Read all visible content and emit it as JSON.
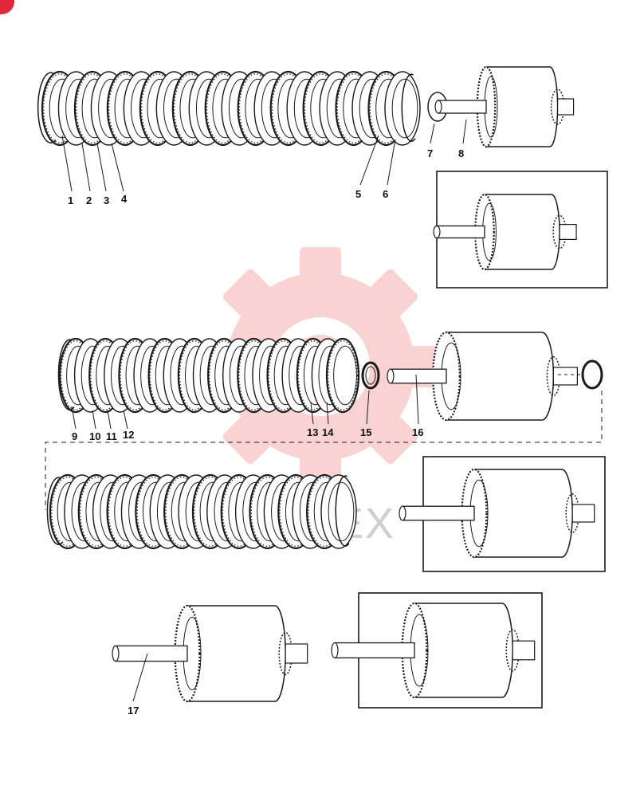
{
  "diagram": {
    "callouts": [
      "1",
      "2",
      "3",
      "4",
      "5",
      "6",
      "7",
      "8",
      "9",
      "10",
      "11",
      "12",
      "13",
      "14",
      "15",
      "16",
      "17"
    ]
  },
  "watermark": {
    "text": "EX",
    "color": "#f08080"
  },
  "badge": {
    "color": "#e0263a"
  }
}
